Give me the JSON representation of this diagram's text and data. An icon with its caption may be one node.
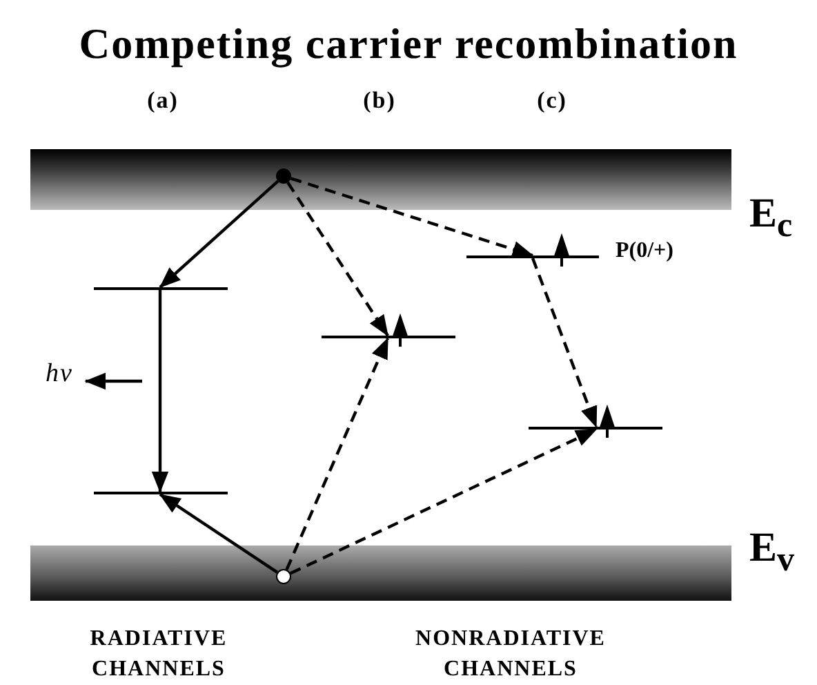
{
  "diagram": {
    "title": "Competing carrier recombination",
    "nodes": [
      {
        "text": [],
        "shape": "bar",
        "beside": [
          "E$_{c}$"
        ]
      },
      {
        "text": [],
        "shape": "circle",
        "in": 0
      },
      {
        "text": [],
        "shape": "bar",
        "beside": [
          "P(0/+)"
        ]
      },
      {
        "text": [],
        "shape": "bar"
      },
      {
        "text": [],
        "shape": "bar"
      },
      {
        "text": [],
        "shape": "bar"
      },
      {
        "text": [],
        "shape": "bar"
      },
      {
        "text": [],
        "shape": "bar",
        "beside": [
          "E$_{v}$"
        ]
      },
      {
        "text": [],
        "shape": "circle",
        "in": 7
      }
    ],
    "edges": [
      {
        "from": 1,
        "to": 3,
        "arrow": "to"
      },
      {
        "from": 3,
        "to": 6,
        "arrow": "to"
      },
      {
        "from": 8,
        "to": 6,
        "arrow": "to"
      },
      {
        "from": 1,
        "to": 4,
        "arrow": "to",
        "style": "dashed"
      },
      {
        "from": 8,
        "to": 4,
        "arrow": "to",
        "style": "dashed"
      },
      {
        "from": 1,
        "to": 2,
        "arrow": "to",
        "style": "dashed"
      },
      {
        "from": 2,
        "to": 5,
        "arrow": "to",
        "style": "dashed"
      },
      {
        "from": 8,
        "to": 5,
        "arrow": "to",
        "style": "dashed"
      }
    ],
    "labels": [
      "(a)",
      "(b)",
      "(c)",
      "hν",
      "RADIATIVE CHANNELS",
      "NONRADIATIVE CHANNELS"
    ]
  }
}
